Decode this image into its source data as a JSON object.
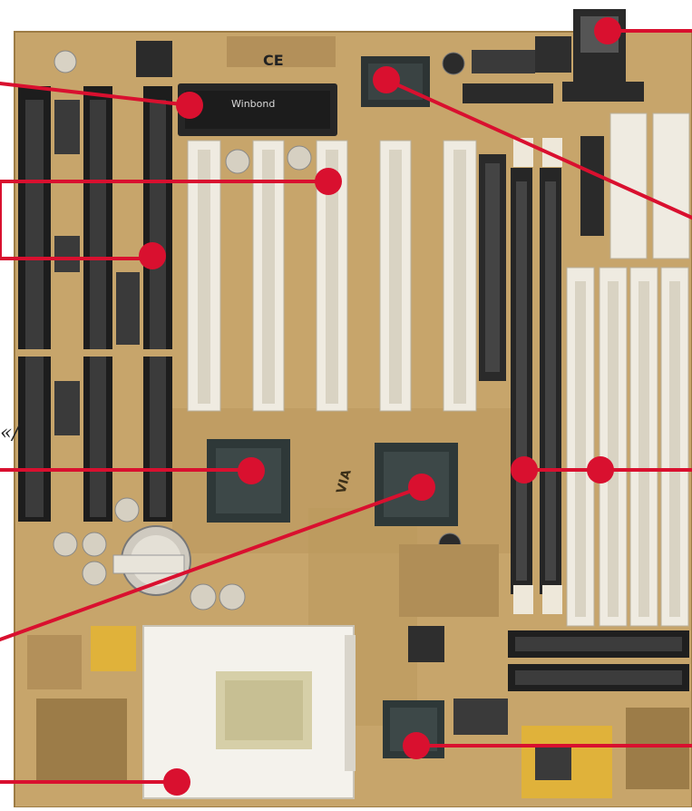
{
  "image": {
    "subject": "motherboard-photo-with-callout-markers",
    "colors": {
      "pcb": "#c7a56b",
      "pcb_dark": "#a8844b",
      "slot_black": "#1d1d1d",
      "slot_white": "#efebe1",
      "chip_dark": "#2e3838",
      "marker_red": "#d9102f"
    },
    "texts": {
      "bios_chip_label": "Winbond",
      "ce_mark": "CE",
      "board_marking": "VIA",
      "edge_glyph": "«/"
    }
  }
}
